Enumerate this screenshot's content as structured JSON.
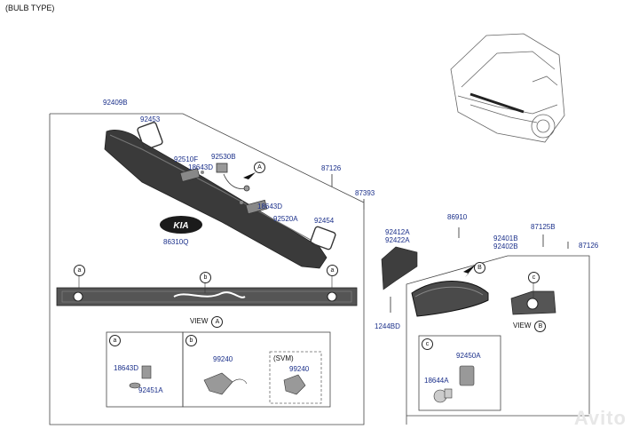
{
  "title": "(BULB TYPE)",
  "labels": {
    "p92409B": "92409B",
    "p92453": "92453",
    "p92510F": "92510F",
    "p18643D_a": "18643D",
    "p92530B": "92530B",
    "p87126_a": "87126",
    "p87393": "87393",
    "p18643D_b": "18643D",
    "p92520A": "92520A",
    "p92454": "92454",
    "p86310Q": "86310Q",
    "p86910": "86910",
    "p87125B": "87125B",
    "p92412A": "92412A",
    "p92422A": "92422A",
    "p92401B": "92401B",
    "p92402B": "92402B",
    "p87126_b": "87126",
    "p1244BD": "1244BD",
    "p18643D_c": "18643D",
    "p92451A": "92451A",
    "p99240_a": "99240",
    "p99240_b": "99240",
    "p92450A": "92450A",
    "p18644A": "18644A"
  },
  "refs": {
    "A": "A",
    "B": "B",
    "a": "a",
    "b": "b",
    "c": "c"
  },
  "views": {
    "view_word": "VIEW",
    "svm": "(SVM)"
  },
  "logo_text": "KIA",
  "watermark": "Avito"
}
